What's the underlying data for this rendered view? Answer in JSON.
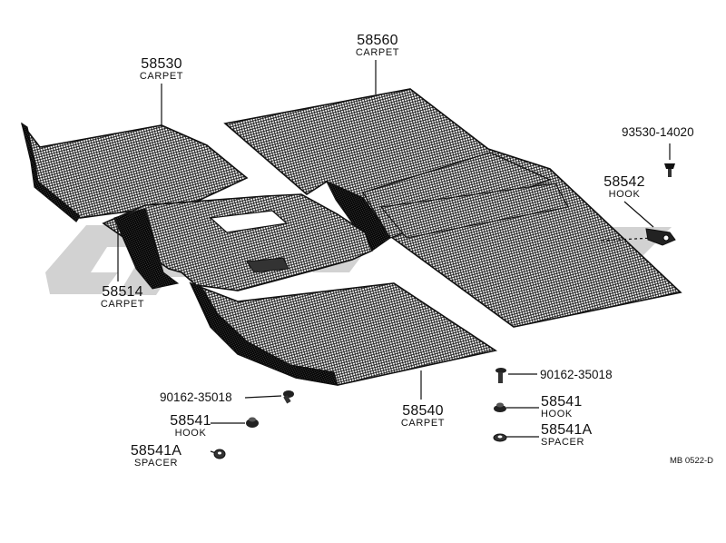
{
  "callouts": {
    "carpet_58530": {
      "number": "58530",
      "name": "CARPET"
    },
    "carpet_58560": {
      "number": "58560",
      "name": "CARPET"
    },
    "screw_93530": {
      "number": "93530-14020"
    },
    "hook_58542": {
      "number": "58542",
      "name": "HOOK"
    },
    "carpet_58514": {
      "number": "58514",
      "name": "CARPET"
    },
    "screw_90162_r": {
      "number": "90162-35018"
    },
    "hook_58541_r": {
      "number": "58541",
      "name": "HOOK"
    },
    "spacer_58541a_r": {
      "number": "58541A",
      "name": "SPACER"
    },
    "screw_90162_l": {
      "number": "90162-35018"
    },
    "carpet_58540": {
      "number": "58540",
      "name": "CARPET"
    },
    "hook_58541_l": {
      "number": "58541",
      "name": "HOOK"
    },
    "spacer_58541a_l": {
      "number": "58541A",
      "name": "SPACER"
    }
  },
  "reference_code": "MB 0522-D",
  "colors": {
    "ink": "#111111",
    "watermark": "#d2d2d2",
    "paper": "#ffffff"
  }
}
